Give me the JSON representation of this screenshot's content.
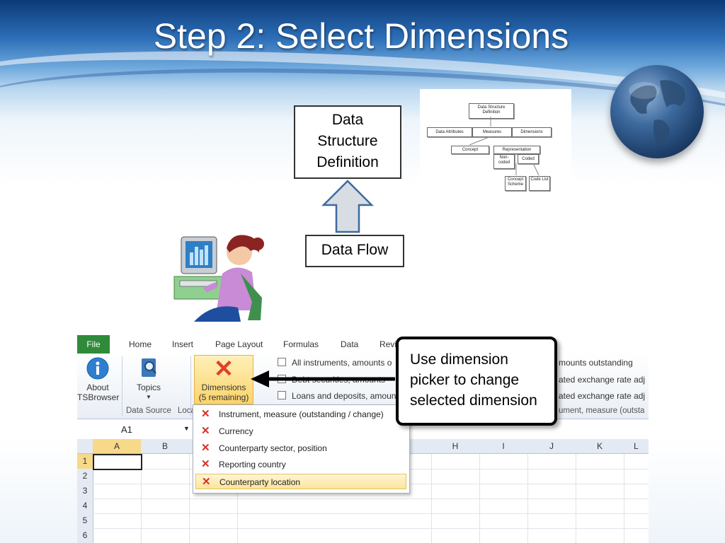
{
  "slide": {
    "title": "Step 2: Select Dimensions"
  },
  "diagram": {
    "dsd_label": "Data\nStructure\nDefinition",
    "dsd_lines": [
      "Data",
      "Structure",
      "Definition"
    ],
    "flow_label": "Data Flow"
  },
  "mini_diagram": {
    "root": "Data Structure Definition",
    "children": [
      "Data Attributes",
      "Measures",
      "Dimensions"
    ],
    "concept": "Concept",
    "representation": "Representation",
    "non_coded": "Non-coded",
    "coded": "Coded",
    "concept_scheme": "Concept Scheme",
    "code_list": "Code List"
  },
  "excel": {
    "file_tab": "File",
    "tabs": [
      "Home",
      "Insert",
      "Page Layout",
      "Formulas",
      "Data",
      "Revi"
    ],
    "ribbon": {
      "about_label_1": "About",
      "about_label_2": "TSBrowser",
      "topics_label": "Topics",
      "dimensions_label_1": "Dimensions",
      "dimensions_label_2": "(5 remaining)",
      "group_data_source": "Data Source",
      "group_loca": "Loca",
      "checks": [
        "All instruments, amounts o",
        "Debt securities, amounts",
        "Loans and deposits, amoun"
      ],
      "right_texts": [
        "mounts outstanding",
        "ated exchange rate adj",
        "ated exchange rate adj",
        "ument, measure (outsta"
      ]
    },
    "name_box": "A1",
    "columns": [
      "A",
      "B",
      "H",
      "I",
      "J",
      "K",
      "L"
    ],
    "rows": [
      "1",
      "2",
      "3",
      "4",
      "5",
      "6"
    ],
    "dimension_picker": [
      "Instrument, measure (outstanding / change)",
      "Currency",
      "Counterparty sector, position",
      "Reporting country",
      "Counterparty location"
    ],
    "selected_item_index": 4
  },
  "callout": {
    "text_lines": [
      "Use dimension",
      "picker to change",
      "selected dimension"
    ]
  },
  "colors": {
    "file_tab": "#2f8a3a",
    "remove_icon": "#d93025",
    "selected_item": "#fde59a",
    "dimensions_button": "#fbd46a"
  }
}
